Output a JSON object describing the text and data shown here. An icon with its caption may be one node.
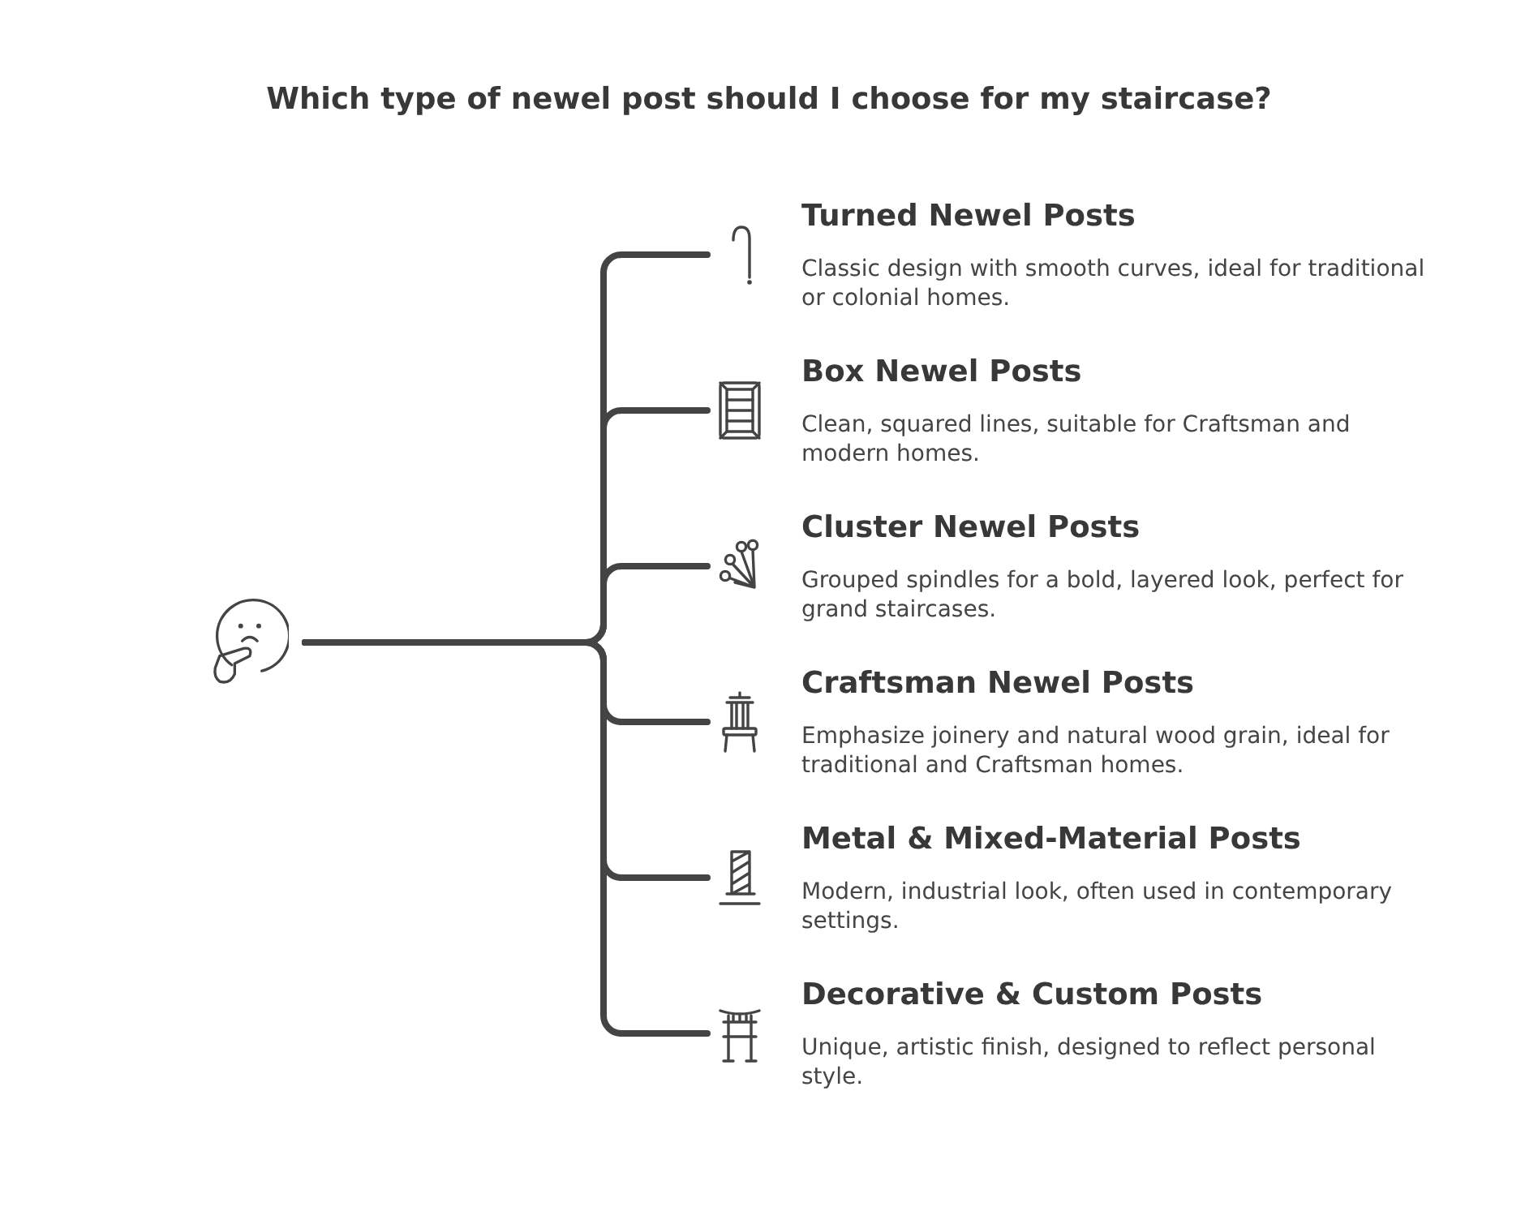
{
  "diagram": {
    "title": "Which type of newel post should I choose for my staircase?",
    "nodes": [
      {
        "text": [],
        "shape": "picture"
      },
      {
        "text": [
          "Turned Newel Posts",
          "Classic design with smooth curves, ideal for traditional or colonial homes."
        ]
      },
      {
        "text": [
          "Box Newel Posts",
          "Clean, squared lines, suitable for Craftsman and modern homes."
        ]
      },
      {
        "text": [
          "Cluster Newel Posts",
          "Grouped spindles for a bold, layered look, perfect for grand staircases."
        ]
      },
      {
        "text": [
          "Craftsman Newel Posts",
          "Emphasize joinery and natural wood grain, ideal for traditional and Craftsman homes."
        ]
      },
      {
        "text": [
          "Metal & Mixed-Material Posts",
          "Modern, industrial look, often used in contemporary settings."
        ]
      },
      {
        "text": [
          "Decorative & Custom Posts",
          "Unique, artistic finish, designed to reflect personal style."
        ]
      }
    ],
    "edges": [
      {
        "from": 0,
        "to": 1,
        "arrow": "none"
      },
      {
        "from": 0,
        "to": 2,
        "arrow": "none"
      },
      {
        "from": 0,
        "to": 3,
        "arrow": "none"
      },
      {
        "from": 0,
        "to": 4,
        "arrow": "none"
      },
      {
        "from": 0,
        "to": 5,
        "arrow": "none"
      },
      {
        "from": 0,
        "to": 6,
        "arrow": "none"
      }
    ]
  }
}
